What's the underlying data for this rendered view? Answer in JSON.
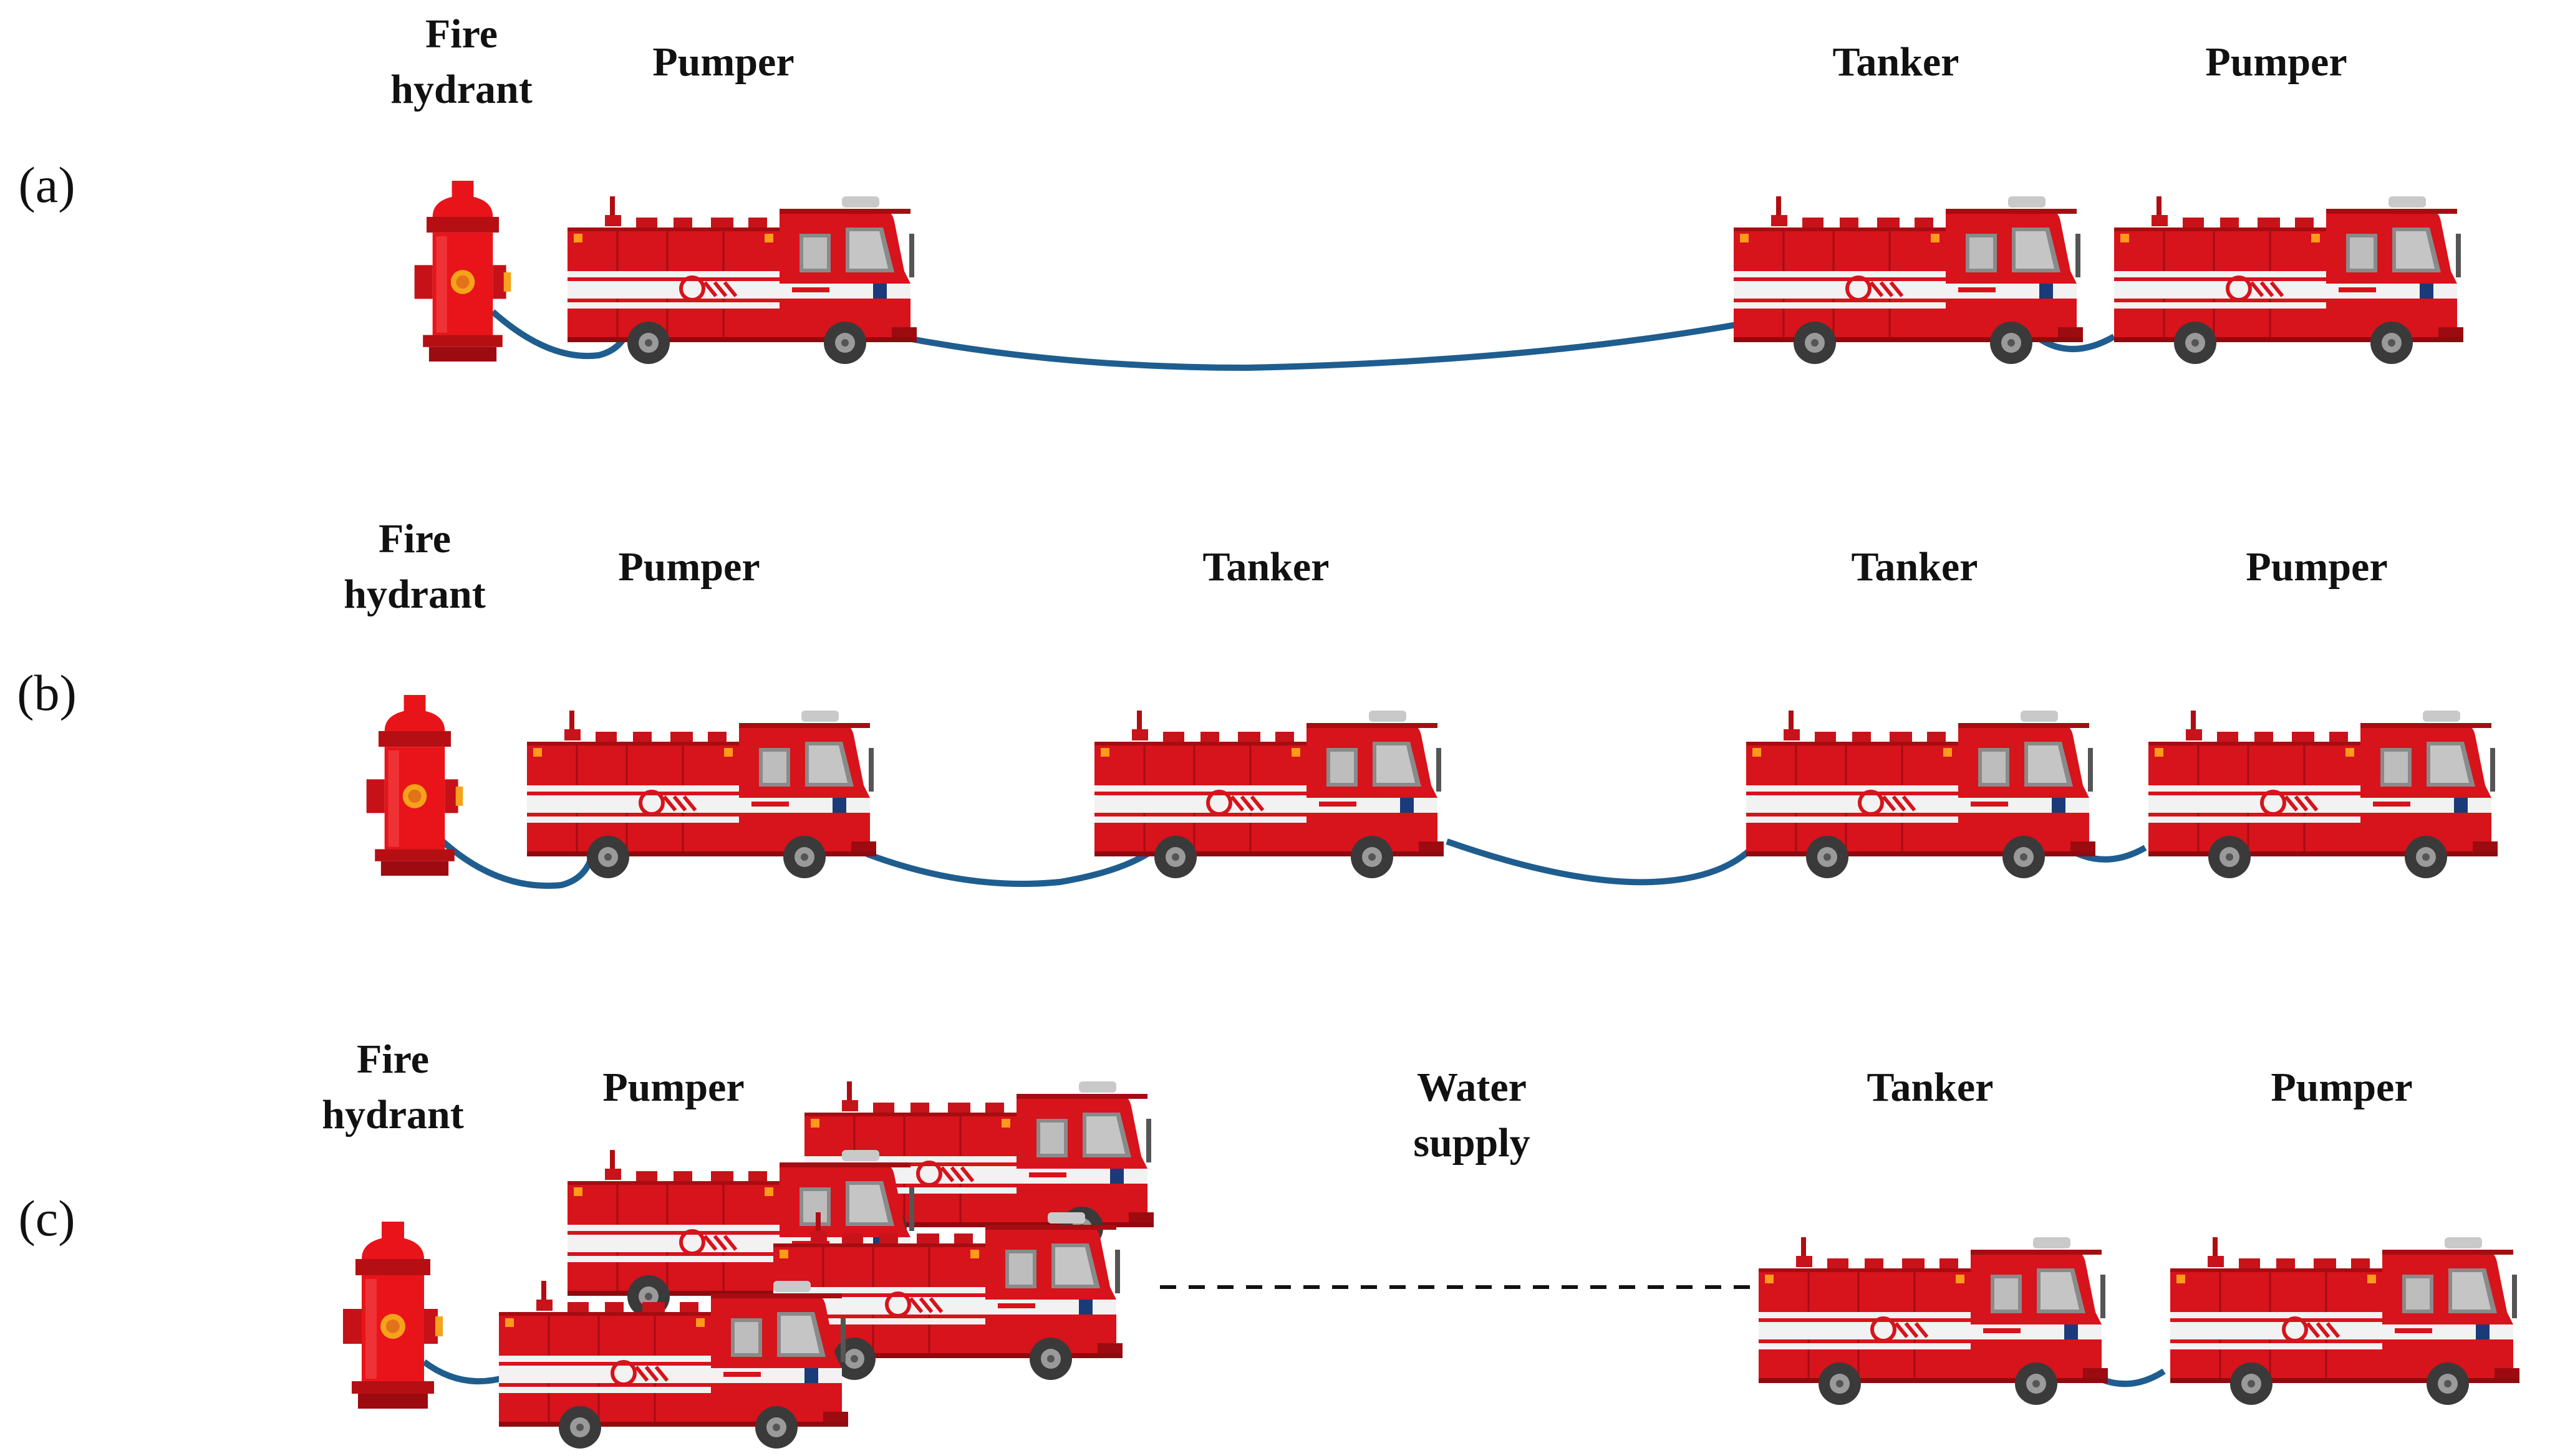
{
  "panels": [
    {
      "id": "a",
      "label": "(a)",
      "items": {
        "hydrant": "Fire\nhydrant",
        "pumper_left": "Pumper",
        "tanker": "Tanker",
        "pumper_right": "Pumper"
      }
    },
    {
      "id": "b",
      "label": "(b)",
      "items": {
        "hydrant": "Fire\nhydrant",
        "pumper_left": "Pumper",
        "tanker_mid": "Tanker",
        "tanker": "Tanker",
        "pumper_right": "Pumper"
      }
    },
    {
      "id": "c",
      "label": "(c)",
      "items": {
        "hydrant": "Fire\nhydrant",
        "pumper_left": "Pumper",
        "water_supply": "Water\nsupply",
        "tanker": "Tanker",
        "pumper_right": "Pumper"
      }
    }
  ],
  "colors": {
    "truck_red": "#d7131b",
    "truck_dark": "#a50d12",
    "hose_blue": "#1f5d8f",
    "hydrant_red": "#e8141a"
  }
}
